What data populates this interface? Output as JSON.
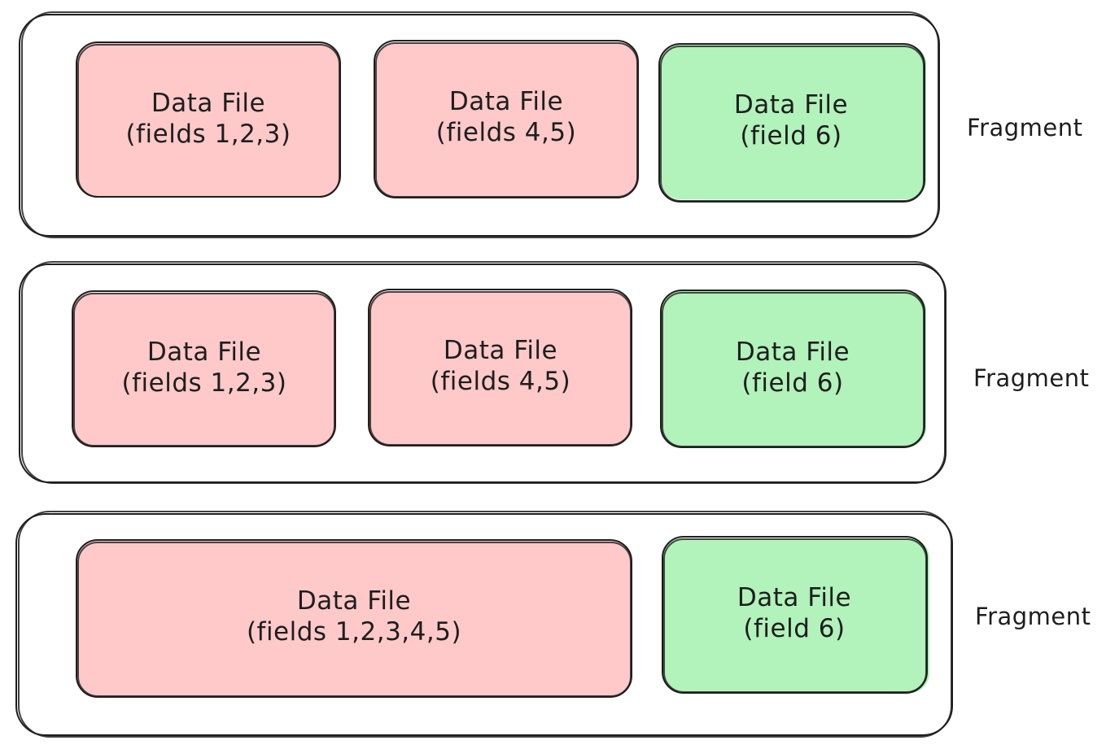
{
  "colors": {
    "pink_fill": "#ffc9c9",
    "green_fill": "#b2f2bb",
    "stroke": "#1e1e1e",
    "background": "#ffffff"
  },
  "fragments": [
    {
      "label": "Fragment",
      "files": [
        {
          "line1": "Data File",
          "line2": "(fields 1,2,3)",
          "color": "pink"
        },
        {
          "line1": "Data File",
          "line2": "(fields 4,5)",
          "color": "pink"
        },
        {
          "line1": "Data File",
          "line2": "(field 6)",
          "color": "green"
        }
      ]
    },
    {
      "label": "Fragment",
      "files": [
        {
          "line1": "Data File",
          "line2": "(fields 1,2,3)",
          "color": "pink"
        },
        {
          "line1": "Data File",
          "line2": "(fields 4,5)",
          "color": "pink"
        },
        {
          "line1": "Data File",
          "line2": "(field 6)",
          "color": "green"
        }
      ]
    },
    {
      "label": "Fragment",
      "files": [
        {
          "line1": "Data File",
          "line2": "(fields 1,2,3,4,5)",
          "color": "pink"
        },
        {
          "line1": "Data File",
          "line2": "(field 6)",
          "color": "green"
        }
      ]
    }
  ]
}
